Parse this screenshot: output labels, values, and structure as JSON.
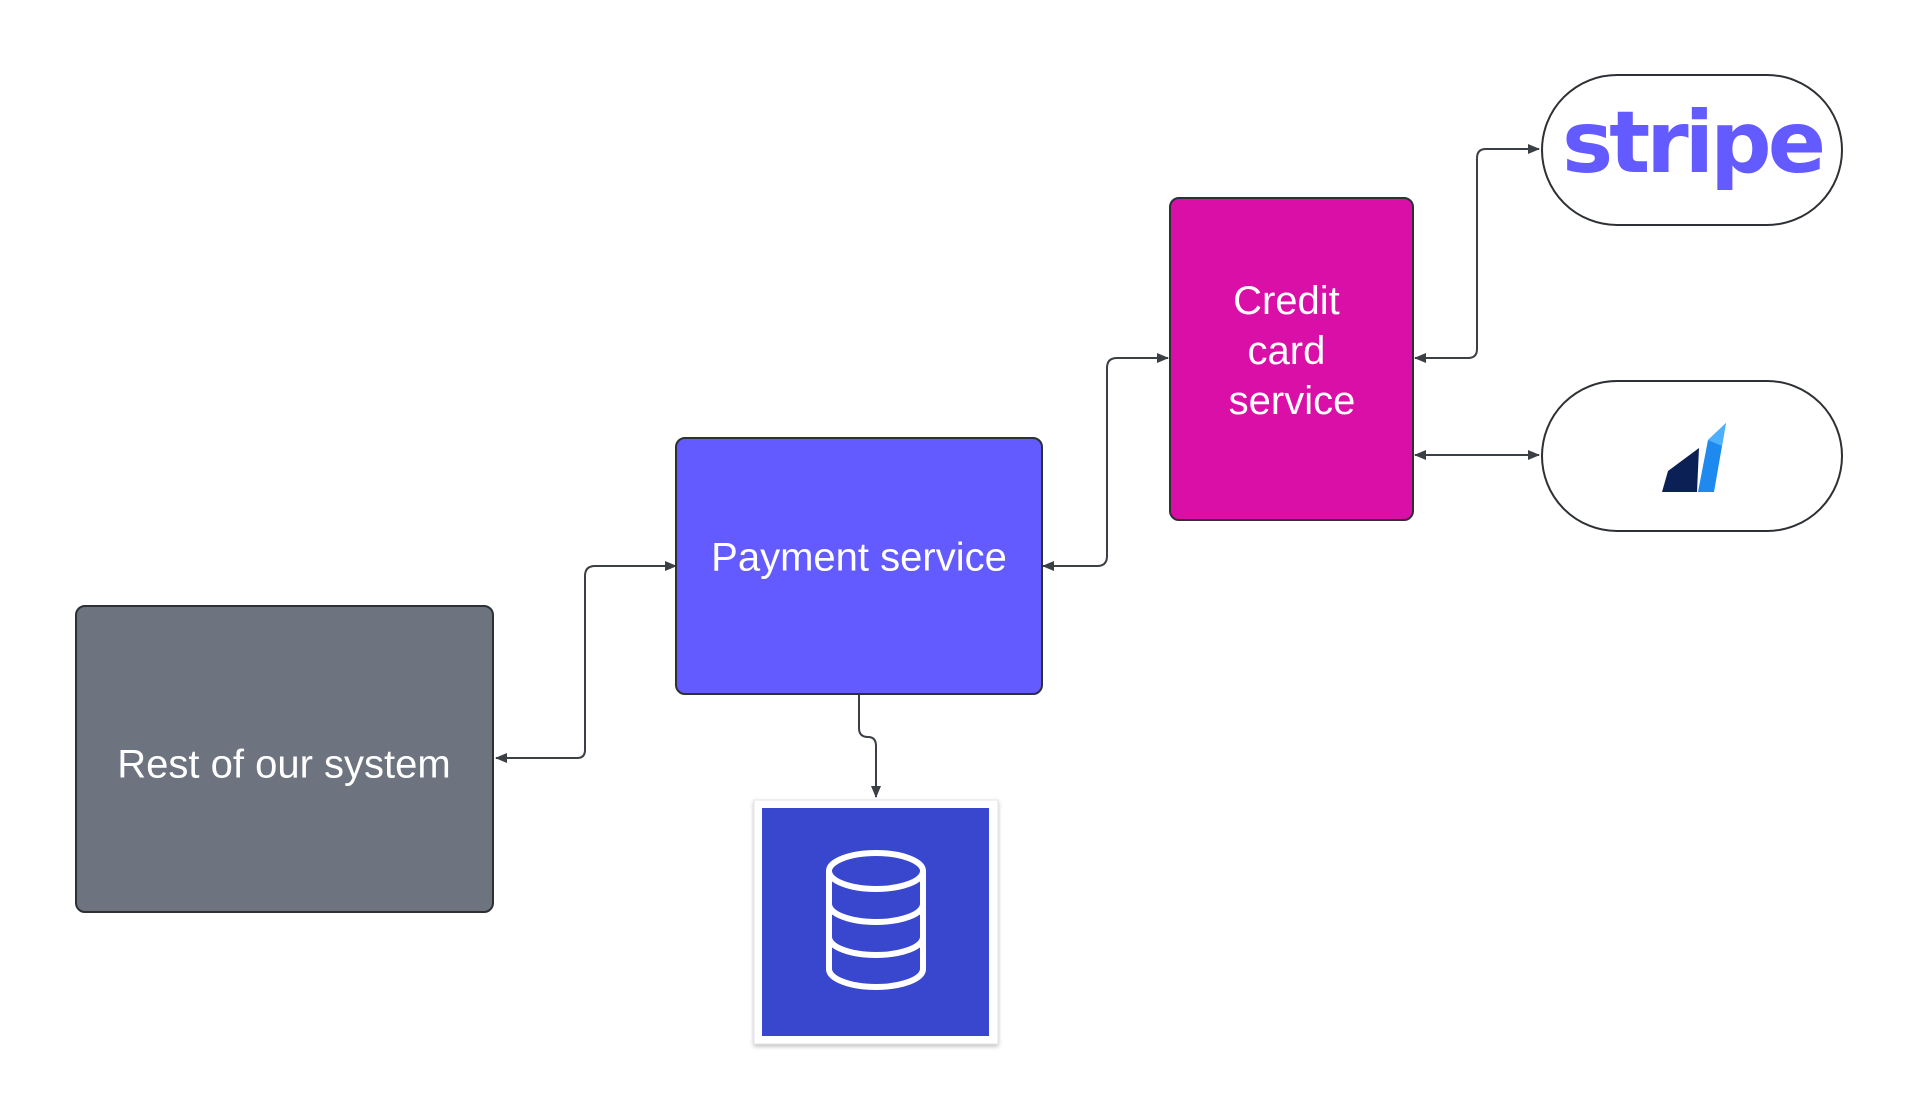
{
  "diagram": {
    "nodes": {
      "rest_of_system": {
        "label": "Rest of our system",
        "color": "#6e747f"
      },
      "payment_service": {
        "label": "Payment service",
        "color": "#635bff"
      },
      "credit_card_service": {
        "label_lines": [
          "Credit",
          "card",
          "service"
        ],
        "color": "#d90fa8"
      },
      "database": {
        "icon": "database-icon",
        "color": "#3946cd"
      },
      "stripe_provider": {
        "label": "stripe",
        "color": "#635bff"
      },
      "second_provider": {
        "icon": "payment-provider-logo",
        "colors": [
          "#0b2155",
          "#1e8af0"
        ]
      }
    },
    "edge_color": "#3b3f46"
  }
}
